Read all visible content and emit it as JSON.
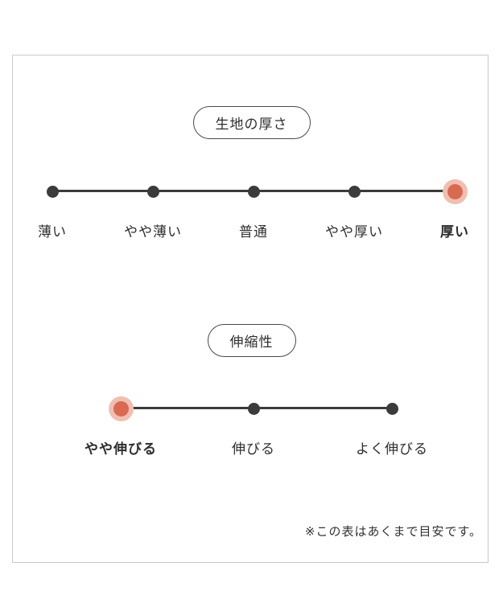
{
  "chart_data": [
    {
      "type": "scatter",
      "title": "生地の厚さ",
      "categories": [
        "薄い",
        "やや薄い",
        "普通",
        "やや厚い",
        "厚い"
      ],
      "selected": "厚い",
      "selected_index": 4,
      "num_levels": 5
    },
    {
      "type": "scatter",
      "title": "伸縮性",
      "categories": [
        "やや伸びる",
        "伸びる",
        "よく伸びる"
      ],
      "selected": "やや伸びる",
      "selected_index": 0,
      "num_levels": 3
    }
  ],
  "scales": [
    {
      "title": "生地の厚さ",
      "items": [
        {
          "label": "薄い",
          "selected": false
        },
        {
          "label": "やや薄い",
          "selected": false
        },
        {
          "label": "普通",
          "selected": false
        },
        {
          "label": "やや厚い",
          "selected": false
        },
        {
          "label": "厚い",
          "selected": true
        }
      ]
    },
    {
      "title": "伸縮性",
      "items": [
        {
          "label": "やや伸びる",
          "selected": true
        },
        {
          "label": "伸びる",
          "selected": false
        },
        {
          "label": "よく伸びる",
          "selected": false
        }
      ]
    }
  ],
  "footnote": "※この表はあくまで目安です。",
  "colors": {
    "selected_dot": "#d96a52",
    "selected_halo": "#f0bfb2",
    "dot": "#3b3b3b",
    "line": "#3b3b3b",
    "frame_border": "#c9c9c9",
    "text": "#2e2e2e"
  }
}
